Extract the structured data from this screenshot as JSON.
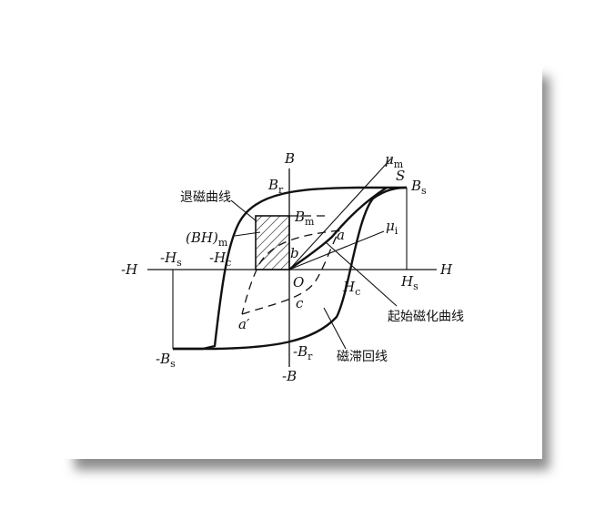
{
  "labels": {
    "b_axis_top": "B",
    "b_axis_bottom": "-B",
    "h_axis_right": "H",
    "h_axis_left": "-H",
    "br_top": "B",
    "br_top_sub": "r",
    "br_bottom": "-B",
    "br_bottom_sub": "r",
    "bm": "B",
    "bm_sub": "m",
    "bs_top": "B",
    "bs_top_sub": "s",
    "bs_bottom": "-B",
    "bs_bottom_sub": "s",
    "hs_left": "-H",
    "hs_left_sub": "s",
    "hs_right": "H",
    "hs_right_sub": "s",
    "hc_left": "-H",
    "hc_left_sub": "c",
    "hc_right": "H",
    "hc_right_sub": "c",
    "mu_m": "μ",
    "mu_m_sub": "m",
    "mu_i": "μ",
    "mu_i_sub": "i",
    "saturation_point": "S",
    "point_a": "a",
    "point_a_prime": "a′",
    "point_b": "b",
    "point_c": "c",
    "origin": "O",
    "bh_max": "(BH)",
    "bh_max_sub": "m",
    "demagnetization_curve": "退磁曲线",
    "initial_magnetization_curve": "起始磁化曲线",
    "hysteresis_loop": "磁滞回线"
  }
}
